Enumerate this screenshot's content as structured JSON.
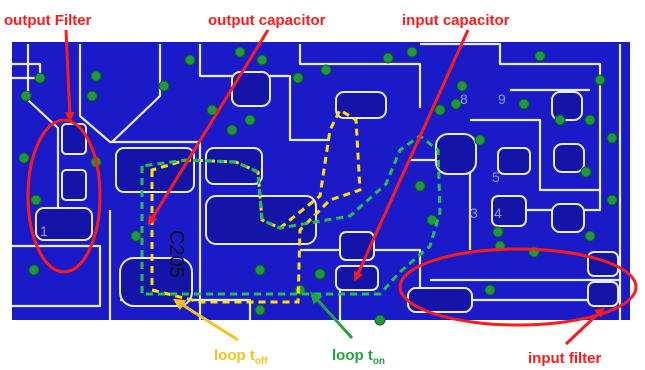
{
  "labels": {
    "output_filter": "output Filter",
    "output_capacitor": "output capacitor",
    "input_capacitor": "input capacitor",
    "input_filter": "input filter",
    "loop_off_main": "loop t",
    "loop_off_sub": "off",
    "loop_on_main": "loop t",
    "loop_on_sub": "on",
    "component_ref": "C205",
    "silk_1": "8",
    "silk_2": "9",
    "silk_3": "1",
    "silk_4": "5",
    "silk_5": "3",
    "silk_6": "4"
  },
  "colors": {
    "board": "#1a1ac9",
    "trace": "#1414a8",
    "outline": "#e8ecff",
    "via": "#1e9a3a",
    "callout_red": "#ff1a1a",
    "loop_off": "#ffe100",
    "loop_on": "#22c24a",
    "arrow_yellow": "#f7c21a",
    "arrow_green": "#1ea53b"
  }
}
